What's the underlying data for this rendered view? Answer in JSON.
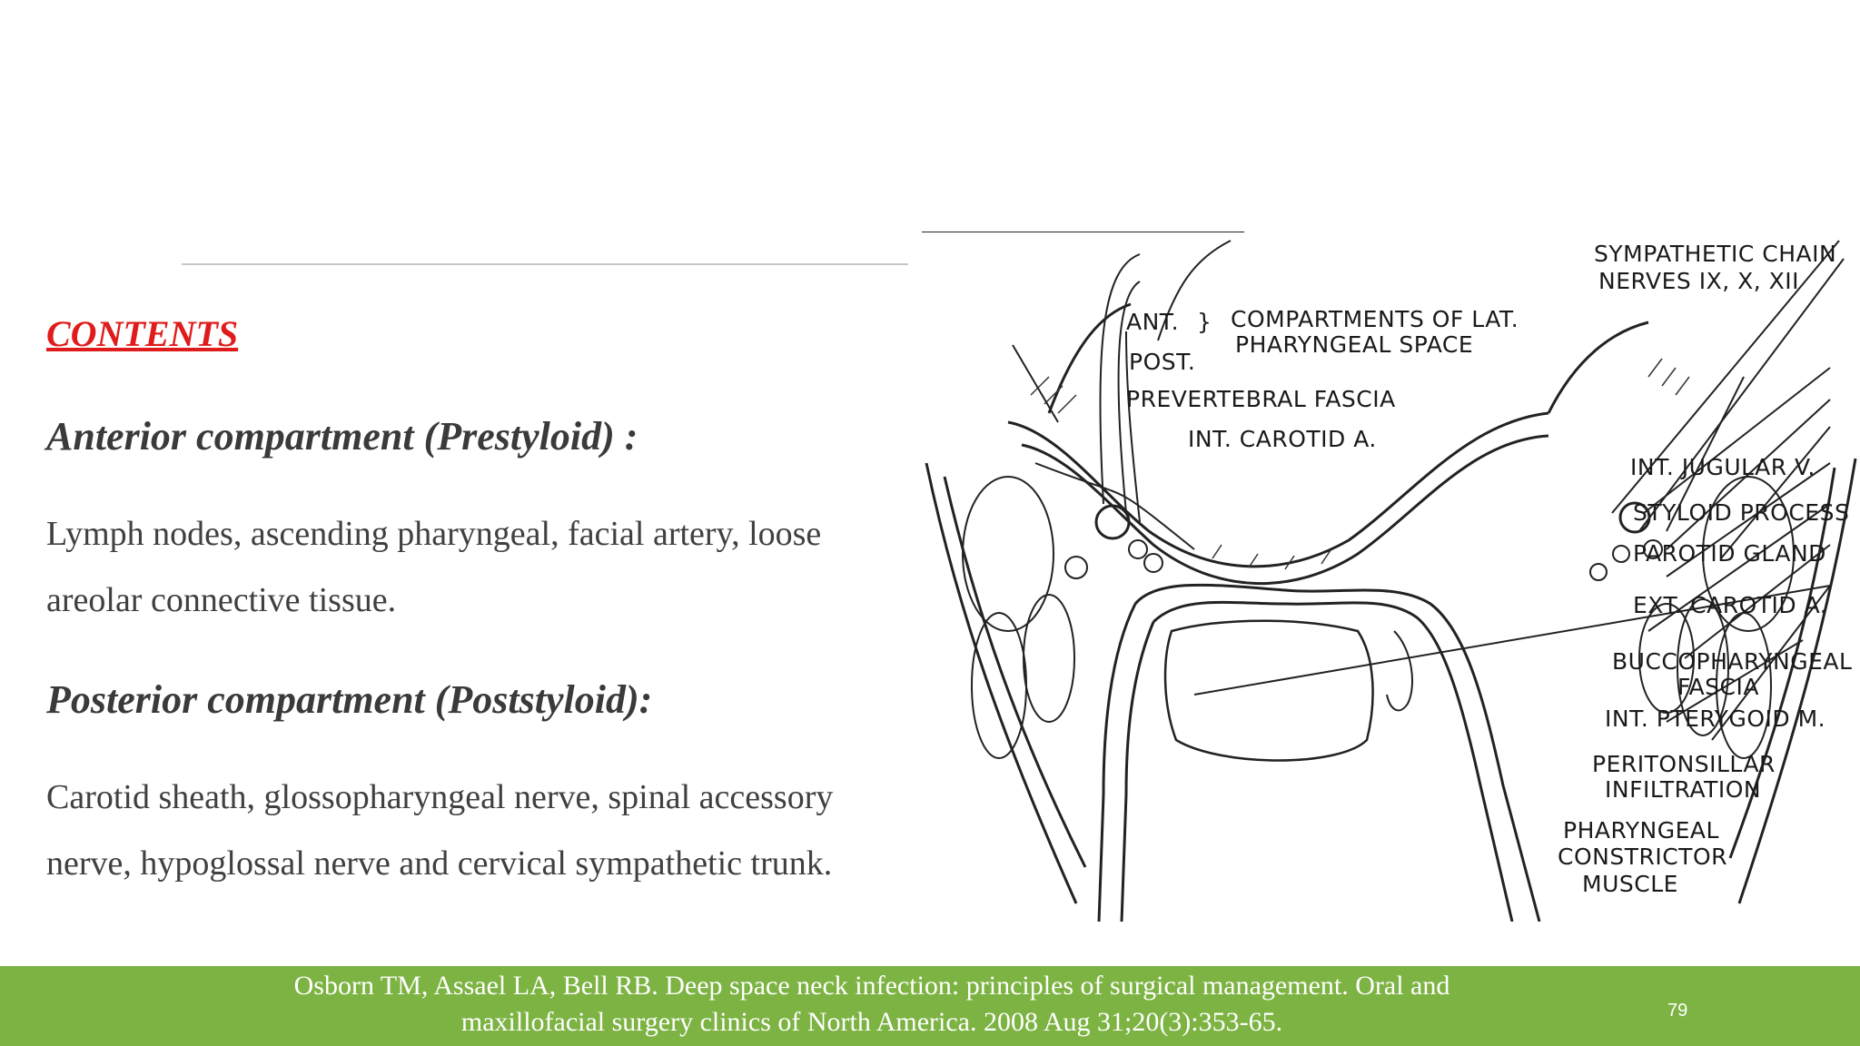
{
  "slide": {
    "contents_heading": "CONTENTS",
    "anterior_heading": "Anterior compartment (Prestyloid) :",
    "anterior_text": "Lymph nodes, ascending pharyngeal, facial artery, loose areolar connective tissue.",
    "posterior_heading": "Posterior compartment (Poststyloid):",
    "posterior_text": "Carotid sheath, glossopharyngeal nerve, spinal accessory nerve, hypoglossal nerve and cervical sympathetic trunk."
  },
  "diagram": {
    "labels": {
      "sympathetic_chain": "SYMPATHETIC CHAIN",
      "nerves": "NERVES IX, X, XII",
      "ant": "ANT.",
      "post": "POST.",
      "compartments_1": "COMPARTMENTS OF LAT.",
      "compartments_2": "PHARYNGEAL SPACE",
      "prevertebral": "PREVERTEBRAL FASCIA",
      "int_carotid": "INT. CAROTID A.",
      "int_jugular": "INT. JUGULAR V.",
      "styloid": "STYLOID PROCESS",
      "parotid": "PAROTID GLAND",
      "ext_carotid": "EXT. CAROTID A.",
      "buccopharyngeal_1": "BUCCOPHARYNGEAL",
      "buccopharyngeal_2": "FASCIA",
      "int_pterygoid": "INT. PTERYGOID M.",
      "peritonsillar_1": "PERITONSILLAR",
      "peritonsillar_2": "INFILTRATION",
      "pharyngeal_1": "PHARYNGEAL",
      "pharyngeal_2": "CONSTRICTOR",
      "pharyngeal_3": "MUSCLE"
    }
  },
  "footer": {
    "citation_line1": "Osborn TM, Assael LA, Bell RB. Deep space neck infection: principles of surgical management. Oral and",
    "citation_line2": "maxillofacial surgery clinics of North America. 2008 Aug 31;20(3):353-65.",
    "page_number": "79"
  }
}
